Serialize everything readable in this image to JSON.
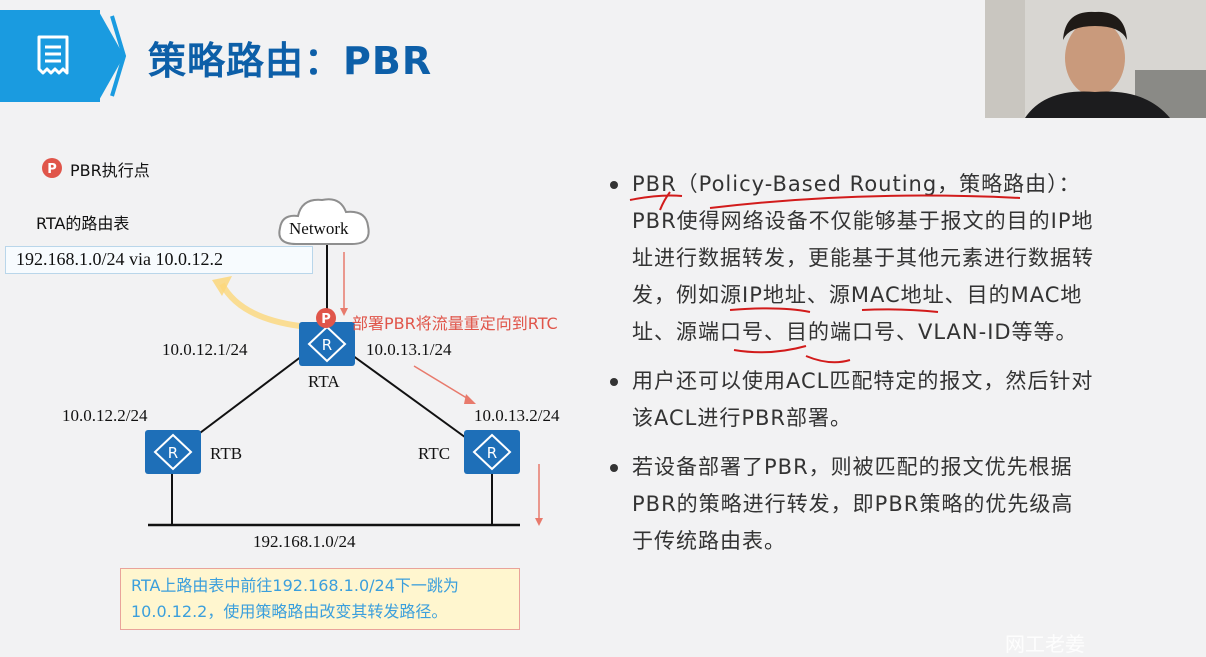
{
  "header": {
    "title": "策略路由：PBR"
  },
  "legend": {
    "badge": "P",
    "text": "PBR执行点"
  },
  "routing_table": {
    "label": "RTA的路由表",
    "entry": "192.168.1.0/24 via 10.0.12.2"
  },
  "network": {
    "cloud_label": "Network"
  },
  "routers": {
    "rta": {
      "name": "RTA",
      "badge": "P",
      "left_ip": "10.0.12.1/24",
      "right_ip": "10.0.13.1/24"
    },
    "rtb": {
      "name": "RTB",
      "ip": "10.0.12.2/24"
    },
    "rtc": {
      "name": "RTC",
      "ip": "10.0.13.2/24"
    },
    "router_glyph": "R"
  },
  "lan": {
    "subnet": "192.168.1.0/24"
  },
  "annotation": {
    "redirect": "部署PBR将流量重定向到RTC"
  },
  "note": {
    "line1": "RTA上路由表中前往192.168.1.0/24下一跳为",
    "line2": "10.0.12.2，使用策略路由改变其转发路径。"
  },
  "bullets": [
    {
      "lines": [
        "PBR（Policy-Based Routing，策略路由）：",
        "PBR使得网络设备不仅能够基于报文的目的IP地",
        "址进行数据转发，更能基于其他元素进行数据转",
        "发，例如源IP地址、源MAC地址、目的MAC地",
        "址、源端口号、目的端口号、VLAN-ID等等。"
      ]
    },
    {
      "lines": [
        "用户还可以使用ACL匹配特定的报文，然后针对",
        "该ACL进行PBR部署。"
      ]
    },
    {
      "lines": [
        "若设备部署了PBR，则被匹配的报文优先根据",
        "PBR的策略进行转发，即PBR策略的优先级高",
        "于传统路由表。"
      ]
    }
  ],
  "watermark": "网工老姜",
  "colors": {
    "brand_blue": "#1a9be0",
    "title_blue": "#0d5fa8",
    "router_blue": "#1e6fb8",
    "pbr_red": "#e0554a",
    "note_text": "#3b9fdc"
  }
}
